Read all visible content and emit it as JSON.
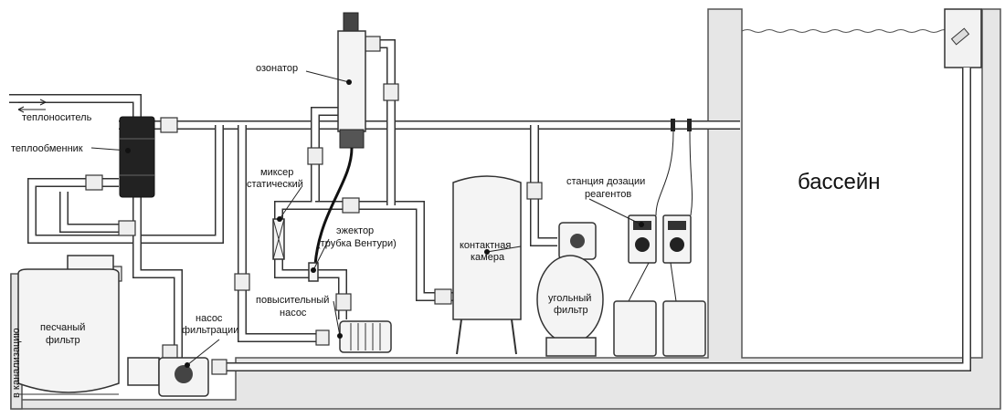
{
  "labels": {
    "coolant": "теплоноситель",
    "heat_exchanger": "теплообменник",
    "ozonator": "озонатор",
    "static_mixer_line1": "миксер",
    "static_mixer_line2": "статический",
    "ejector_line1": "эжектор",
    "ejector_line2": "(трубка Вентури)",
    "booster_pump_line1": "повысительный",
    "booster_pump_line2": "насос",
    "contact_chamber_line1": "контактная",
    "contact_chamber_line2": "камера",
    "dosing_station_line1": "станция дозации",
    "dosing_station_line2": "реагентов",
    "carbon_filter_line1": "угольный",
    "carbon_filter_line2": "фильтр",
    "sand_filter_line1": "песчаный",
    "sand_filter_line2": "фильтр",
    "filtration_pump_line1": "насос",
    "filtration_pump_line2": "фильтрации",
    "to_sewer": "в канализацию",
    "pool": "бассейн"
  },
  "colors": {
    "outline": "#333333",
    "equipment_dark": "#222222",
    "equipment_fill": "#f4f4f4",
    "pool_wall": "#e6e6e6",
    "water_line": "#555555"
  }
}
